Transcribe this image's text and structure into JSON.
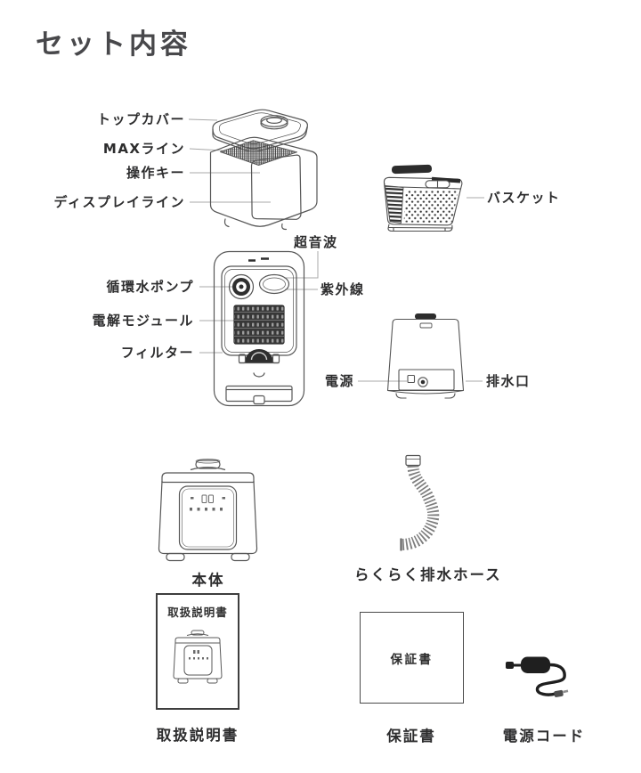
{
  "title": "セット内容",
  "colors": {
    "background": "#ffffff",
    "title_text": "#48484b",
    "label_text": "#2d2d2e",
    "leader_line": "#a8a8a8",
    "line_art": "#565656",
    "dark_fill": "#2e2e2e"
  },
  "top_view_diagram": {
    "labels": {
      "top_cover": "トップカバー",
      "max_line": "MAXライン",
      "operation_keys": "操作キー",
      "display_line": "ディスプレイライン",
      "basket": "バスケット"
    }
  },
  "internal_diagram": {
    "labels": {
      "ultrasonic": "超音波",
      "circulating_pump": "循環水ポンプ",
      "uv_light": "紫外線",
      "electrolysis_module": "電解モジュール",
      "filter": "フィルター",
      "power": "電源",
      "drain_outlet": "排水口"
    }
  },
  "included_items": {
    "main_unit": "本体",
    "drain_hose": "らくらく排水ホース",
    "manual": "取扱説明書",
    "manual_cover_title": "取扱説明書",
    "warranty": "保証書",
    "warranty_card_text": "保証書",
    "power_cord": "電源コード"
  }
}
